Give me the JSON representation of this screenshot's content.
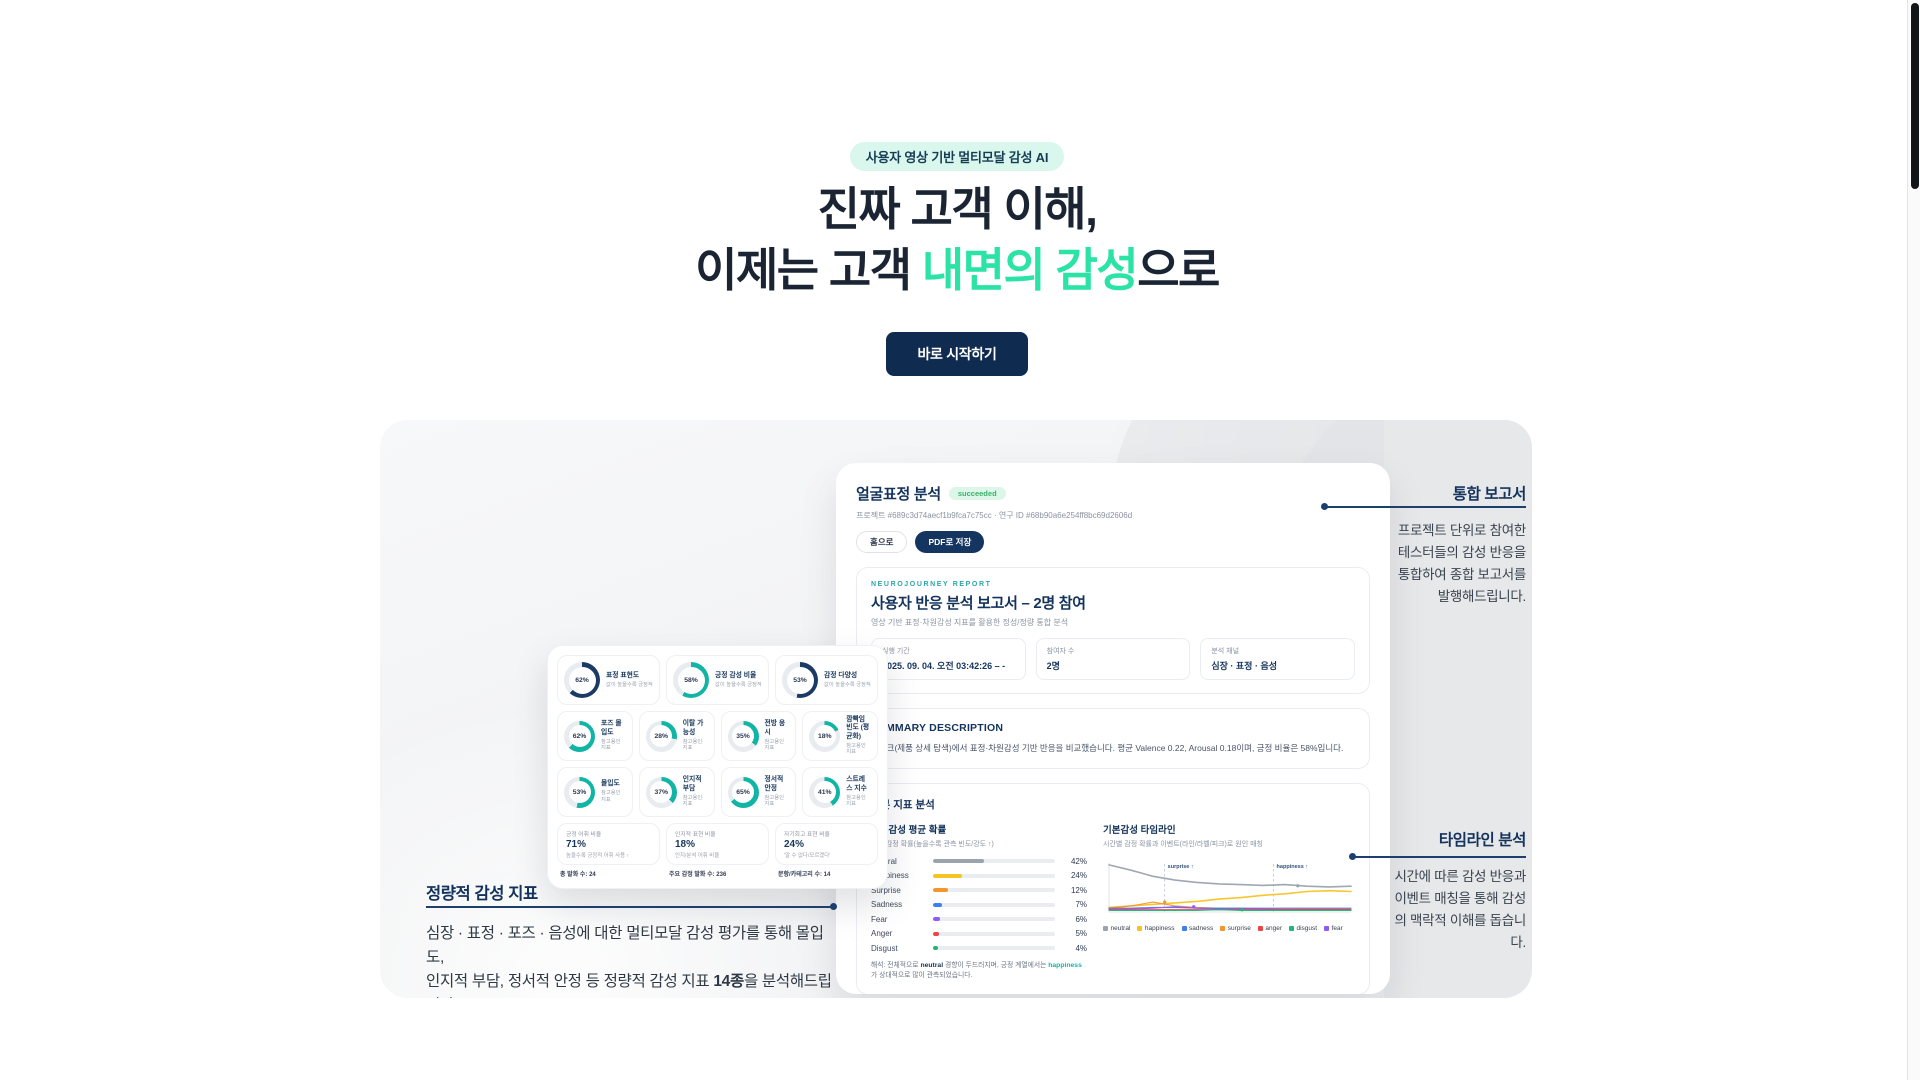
{
  "colors": {
    "mint": "#2AE3A5",
    "mint_badge_bg": "#D9F7EC",
    "navy": "#14335C",
    "cta_bg": "#0F2B50",
    "teal": "#12B5A5",
    "eyebrow_teal": "#2AA7AC",
    "success_bg": "#DCF7E8",
    "success_text": "#3FAE6A",
    "donut_navy": "#1B3A66",
    "neutral": "#9AA3AE",
    "happiness": "#F6C422",
    "sadness": "#3D7EF0",
    "surprise": "#F6952C",
    "anger": "#EF4444",
    "disgust": "#22B573",
    "fear": "#8B5CF6"
  },
  "hero": {
    "badge": "사용자 영상 기반 멀티모달 감성 AI",
    "title_line1": "진짜 고객 이해,",
    "title_line2_prefix": "이제는 고객 ",
    "title_line2_highlight": "내면의 감성",
    "title_line2_suffix": "으로",
    "cta": "바로 시작하기"
  },
  "dashboard": {
    "title": "얼굴표정 분석",
    "status": "succeeded",
    "subtitle": "프로젝트 #689c3d74aecf1b9fca7c75cc · 연구 ID #68b90a6e254ff8bc69d2606d",
    "home_button": "홈으로",
    "pdf_button": "PDF로 저장",
    "report": {
      "eyebrow": "NEUROJOURNEY REPORT",
      "title": "사용자 반응 분석 보고서 – 2명 참여",
      "subtitle": "영상 기반 표정·차원감성 지표를 활용한 정성/정량 통합 분석",
      "info_cards": [
        {
          "label": "실행 기간",
          "value": "2025. 09. 04. 오전 03:42:26 – -"
        },
        {
          "label": "참여자 수",
          "value": "2명"
        },
        {
          "label": "분석 채널",
          "value": "심장 · 표정 · 음성"
        }
      ]
    },
    "summary": {
      "heading": "SUMMARY DESCRIPTION",
      "body": "태스크(제품 상세 탐색)에서 표정·차원감성 기반 반응을 비교했습니다. 평균 Valence 0.22, Arousal 0.18이며, 긍정 비율은 58%입니다."
    },
    "metrics": {
      "section_title": "기본 지표 분석",
      "bars": {
        "title": "기본감성 평균 확률",
        "caption": "평균 감정 확률(높을수록 관측 빈도/강도 ↑)",
        "rows": [
          {
            "label": "Neutral",
            "value": "42%",
            "pct": 42,
            "color_key": "neutral"
          },
          {
            "label": "Happiness",
            "value": "24%",
            "pct": 24,
            "color_key": "happiness"
          },
          {
            "label": "Surprise",
            "value": "12%",
            "pct": 12,
            "color_key": "surprise"
          },
          {
            "label": "Sadness",
            "value": "7%",
            "pct": 7,
            "color_key": "sadness"
          },
          {
            "label": "Fear",
            "value": "6%",
            "pct": 6,
            "color_key": "fear"
          },
          {
            "label": "Anger",
            "value": "5%",
            "pct": 5,
            "color_key": "anger"
          },
          {
            "label": "Disgust",
            "value": "4%",
            "pct": 4,
            "color_key": "disgust"
          }
        ],
        "footnote_parts": [
          "해석: 전체적으로 ",
          "neutral",
          " 경향이 두드러지며, 긍정 계열에서는 ",
          "happiness",
          "가 상대적으로 많이 관측되었습니다."
        ]
      },
      "timeline": {
        "title": "기본감성 타임라인",
        "caption": "시간별 감정 확률과 이벤트(라인/라벨/피크)로 원인 매칭",
        "events": [
          {
            "label": "surprise ↑",
            "x_pct": 23
          },
          {
            "label": "happiness ↑",
            "x_pct": 68
          }
        ],
        "series": [
          {
            "color_key": "neutral",
            "values": [
              0.62,
              0.55,
              0.47,
              0.42,
              0.39,
              0.37,
              0.36,
              0.35,
              0.36,
              0.34,
              0.33,
              0.34
            ]
          },
          {
            "color_key": "happiness",
            "values": [
              0.06,
              0.08,
              0.1,
              0.12,
              0.14,
              0.17,
              0.19,
              0.22,
              0.24,
              0.27,
              0.28,
              0.27
            ]
          },
          {
            "color_key": "surprise",
            "values": [
              0.05,
              0.08,
              0.13,
              0.08,
              0.06,
              0.05,
              0.05,
              0.04,
              0.04,
              0.04,
              0.04,
              0.04
            ]
          },
          {
            "color_key": "sadness",
            "values": [
              0.05,
              0.05,
              0.06,
              0.06,
              0.05,
              0.05,
              0.05,
              0.05,
              0.05,
              0.05,
              0.05,
              0.05
            ]
          },
          {
            "color_key": "fear",
            "values": [
              0.04,
              0.04,
              0.05,
              0.07,
              0.05,
              0.04,
              0.04,
              0.04,
              0.03,
              0.03,
              0.03,
              0.03
            ]
          },
          {
            "color_key": "anger",
            "values": [
              0.03,
              0.03,
              0.03,
              0.03,
              0.03,
              0.03,
              0.03,
              0.03,
              0.03,
              0.03,
              0.03,
              0.03
            ]
          },
          {
            "color_key": "disgust",
            "values": [
              0.02,
              0.02,
              0.02,
              0.02,
              0.02,
              0.03,
              0.02,
              0.02,
              0.02,
              0.02,
              0.02,
              0.02
            ]
          }
        ],
        "peaks": [
          {
            "color_key": "surprise",
            "x_pct": 23,
            "v": 0.13
          },
          {
            "color_key": "fear",
            "x_pct": 35,
            "v": 0.07
          },
          {
            "color_key": "disgust",
            "x_pct": 55,
            "v": 0.03
          },
          {
            "color_key": "neutral",
            "x_pct": 78,
            "v": 0.345
          }
        ],
        "legend": [
          {
            "label": "neutral",
            "color_key": "neutral"
          },
          {
            "label": "happiness",
            "color_key": "happiness"
          },
          {
            "label": "sadness",
            "color_key": "sadness"
          },
          {
            "label": "surprise",
            "color_key": "surprise"
          },
          {
            "label": "anger",
            "color_key": "anger"
          },
          {
            "label": "disgust",
            "color_key": "disgust"
          },
          {
            "label": "fear",
            "color_key": "fear"
          }
        ]
      }
    }
  },
  "donut_card": {
    "row1": [
      {
        "pct": 62,
        "label": "표정 표현도",
        "caption": "값이 높을수록 긍정적",
        "color": "navy"
      },
      {
        "pct": 58,
        "label": "긍정 감성 비율",
        "caption": "값이 높을수록 긍정적",
        "color": "teal"
      },
      {
        "pct": 53,
        "label": "감정 다양성",
        "caption": "값이 높을수록 긍정적",
        "color": "navy"
      }
    ],
    "row2": [
      {
        "pct": 62,
        "label": "포즈 몰입도",
        "color": "teal"
      },
      {
        "pct": 28,
        "label": "이탈 가능성",
        "color": "teal"
      },
      {
        "pct": 35,
        "label": "전방 응시",
        "color": "teal"
      },
      {
        "pct": 18,
        "label": "깜빡임 빈도 (평균화)",
        "color": "teal"
      }
    ],
    "row3": [
      {
        "pct": 53,
        "label": "몰입도",
        "color": "teal"
      },
      {
        "pct": 37,
        "label": "인지적 부담",
        "color": "teal"
      },
      {
        "pct": 65,
        "label": "정서적 안정",
        "color": "teal"
      },
      {
        "pct": 41,
        "label": "스트레스 지수",
        "color": "teal"
      }
    ],
    "small_caption": "참고용인 지표",
    "stats": [
      {
        "label": "긍정 어휘 비율",
        "value": "71%",
        "caption": "높을수록 긍정적 어휘 사용 ↑",
        "footer": "총 발화 수: 24"
      },
      {
        "label": "인지적 표현 비율",
        "value": "18%",
        "caption": "인지/분석 어휘 비율",
        "footer": "주요 감정 발화 수: 236"
      },
      {
        "label": "자기회고 표현 비율",
        "value": "24%",
        "caption": "'알 수 없다/모르겠다'",
        "footer": "문항/카테고리 수: 14"
      }
    ]
  },
  "annotations": {
    "right_top": {
      "title": "통합 보고서",
      "body": "프로젝트 단위로 참여한 테스터들의 감성 반응을 통합하여 종합 보고서를 발행해드립니다."
    },
    "right_bottom": {
      "title": "타임라인 분석",
      "body": "시간에 따른 감성 반응과 이벤트 매칭을 통해 감성의 맥락적 이해를 돕습니다."
    },
    "left": {
      "title": "정량적 감성 지표",
      "body_line1": "심장 · 표정 · 포즈 · 음성에 대한 멀티모달 감성 평가를 통해 몰입도,",
      "body_line2_prefix": "인지적 부담, 정서적 안정 등 정량적 감성 지표 ",
      "body_line2_bold": "14종",
      "body_line2_suffix": "을 분석해드립니다."
    }
  }
}
